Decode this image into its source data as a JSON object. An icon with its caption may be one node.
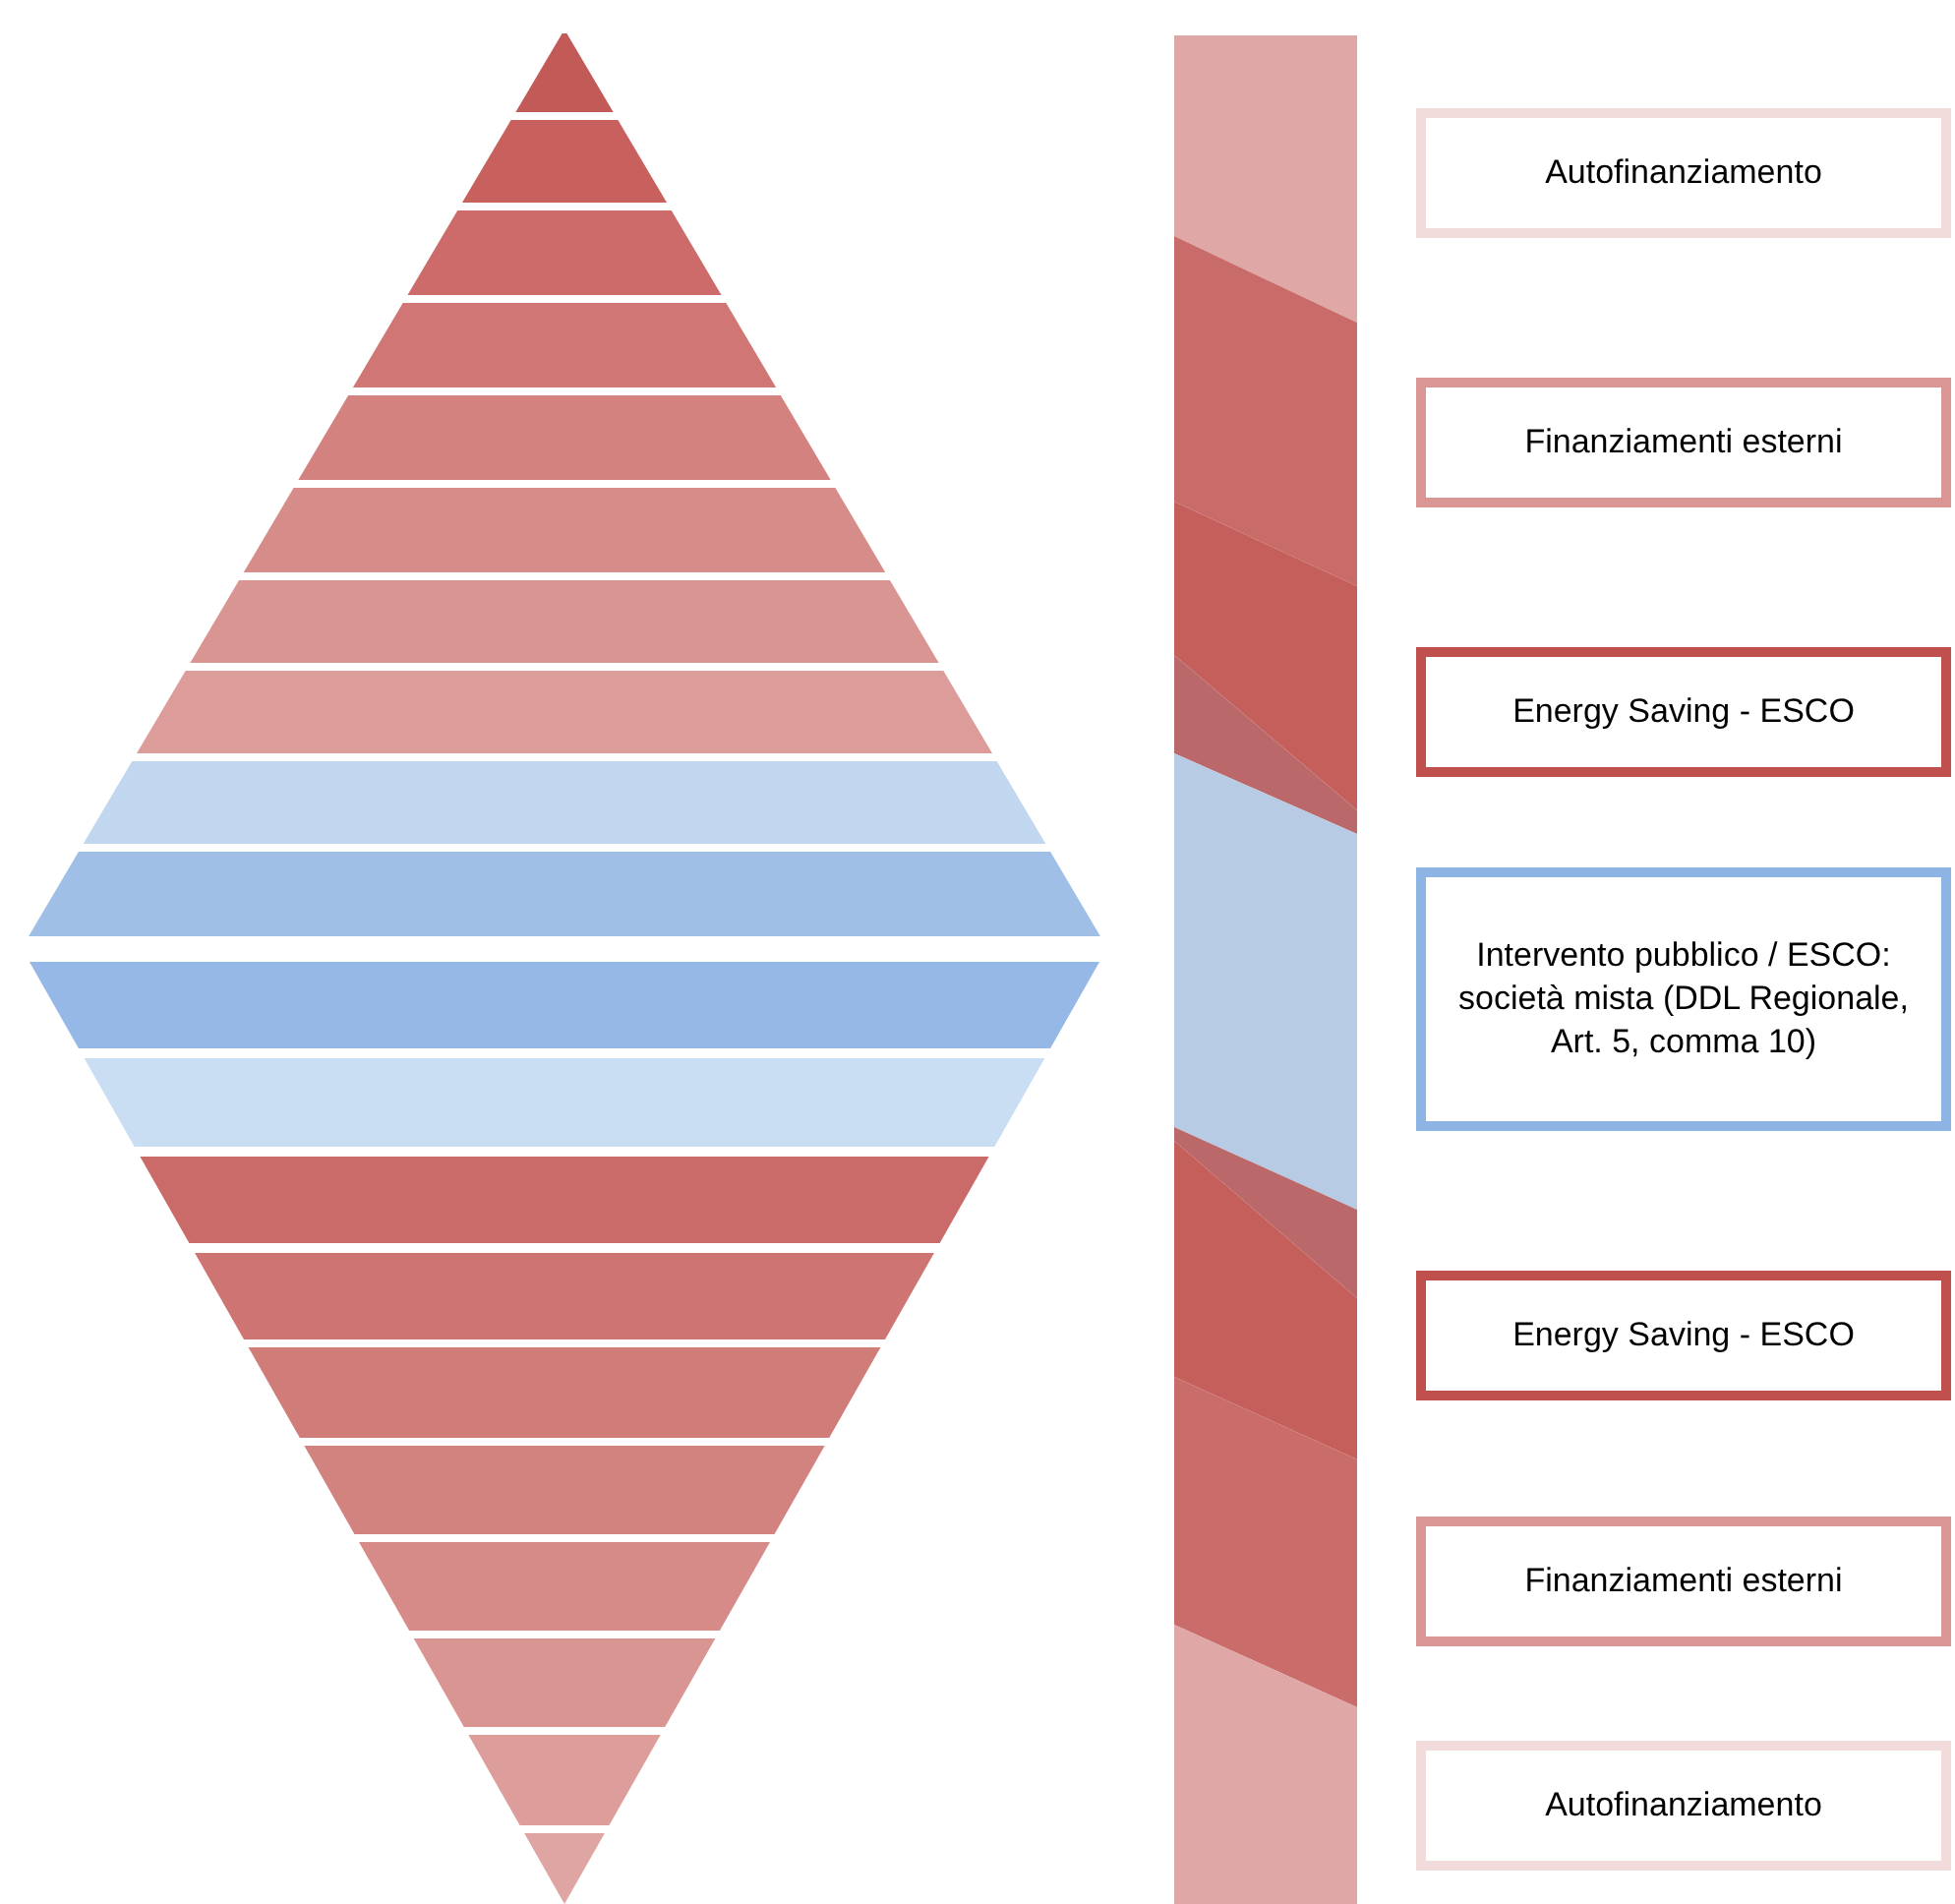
{
  "diagram": {
    "nodes": [
      {
        "text": [
          "Autofinanziamento"
        ]
      },
      {
        "text": [
          "Finanziamenti esterni"
        ]
      },
      {
        "text": [
          "Energy Saving - ESCO"
        ]
      },
      {
        "text": [
          "Intervento pubblico / ESCO: società mista (DDL Regionale, Art. 5, comma 10)"
        ]
      },
      {
        "text": [
          "Energy Saving - ESCO"
        ]
      },
      {
        "text": [
          "Finanziamenti esterni"
        ]
      },
      {
        "text": [
          "Autofinanziamento"
        ]
      }
    ]
  }
}
